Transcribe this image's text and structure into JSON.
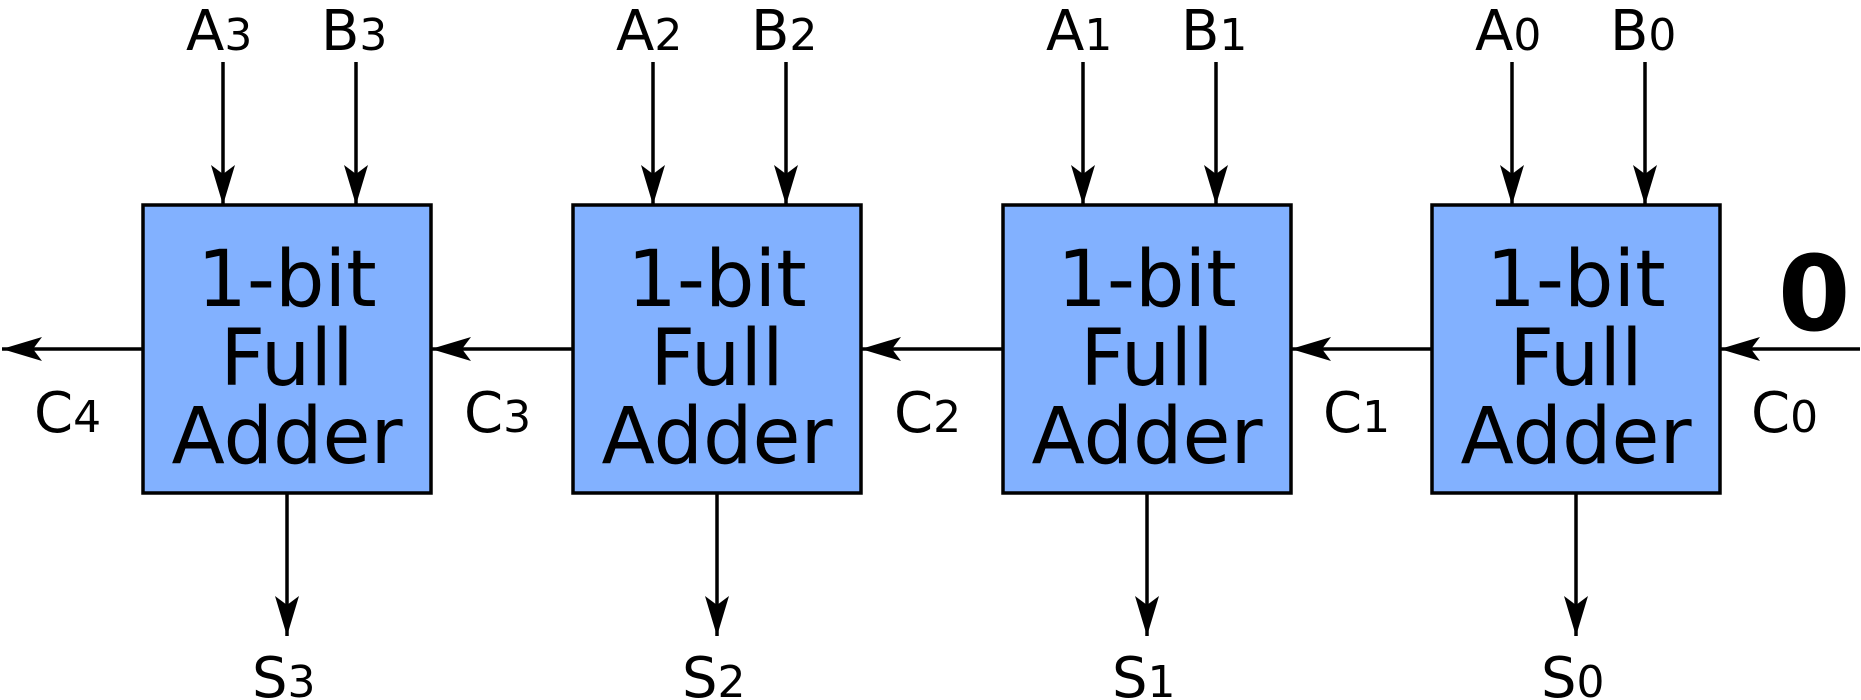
{
  "block_color": "#82b1ff",
  "carry_in_value": "0",
  "adders": [
    {
      "label_lines": [
        "1-bit",
        "Full",
        "Adder"
      ],
      "a": {
        "base": "A",
        "idx": "3"
      },
      "b": {
        "base": "B",
        "idx": "3"
      },
      "s": {
        "base": "S",
        "idx": "3"
      },
      "cin": {
        "base": "C",
        "idx": "3"
      },
      "cout": {
        "base": "C",
        "idx": "4"
      }
    },
    {
      "label_lines": [
        "1-bit",
        "Full",
        "Adder"
      ],
      "a": {
        "base": "A",
        "idx": "2"
      },
      "b": {
        "base": "B",
        "idx": "2"
      },
      "s": {
        "base": "S",
        "idx": "2"
      },
      "cin": {
        "base": "C",
        "idx": "2"
      },
      "cout": {
        "base": "C",
        "idx": "3"
      }
    },
    {
      "label_lines": [
        "1-bit",
        "Full",
        "Adder"
      ],
      "a": {
        "base": "A",
        "idx": "1"
      },
      "b": {
        "base": "B",
        "idx": "1"
      },
      "s": {
        "base": "S",
        "idx": "1"
      },
      "cin": {
        "base": "C",
        "idx": "1"
      },
      "cout": {
        "base": "C",
        "idx": "2"
      }
    },
    {
      "label_lines": [
        "1-bit",
        "Full",
        "Adder"
      ],
      "a": {
        "base": "A",
        "idx": "0"
      },
      "b": {
        "base": "B",
        "idx": "0"
      },
      "s": {
        "base": "S",
        "idx": "0"
      },
      "cin": {
        "base": "C",
        "idx": "0"
      },
      "cout": {
        "base": "C",
        "idx": "1"
      }
    }
  ]
}
